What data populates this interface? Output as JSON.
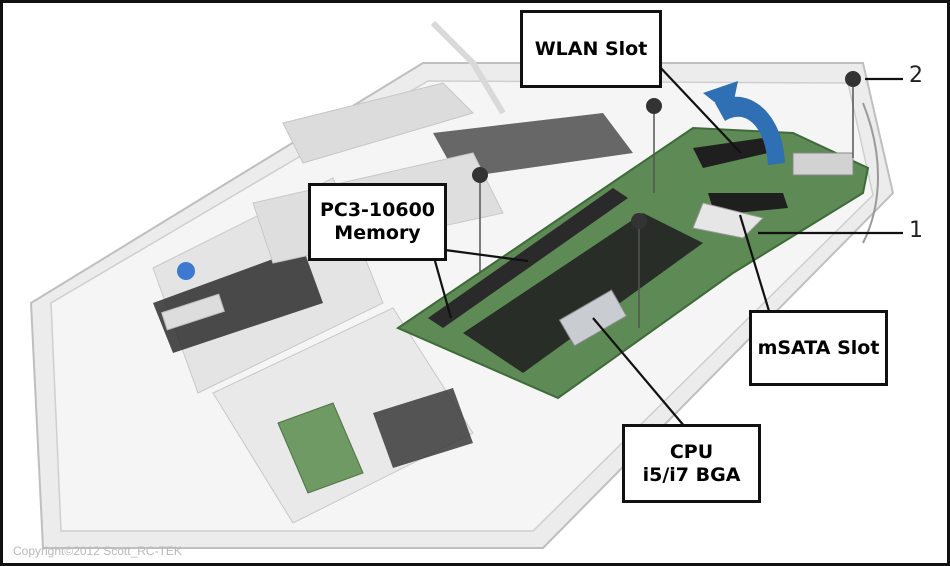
{
  "callouts": {
    "wlan": {
      "line1": "WLAN Slot"
    },
    "memory": {
      "line1": "PC3-10600",
      "line2": "Memory"
    },
    "msata": {
      "line1": "mSATA Slot"
    },
    "cpu": {
      "line1": "CPU",
      "line2": "i5/i7 BGA"
    }
  },
  "numbers": {
    "one": "1",
    "two": "2"
  },
  "copyright": "Copyright©2012 Scott_RC-TEK",
  "colors": {
    "board": "#5d8a55",
    "arrow": "#2f6fb3",
    "chassis": "#eeeeee",
    "line": "#111111"
  }
}
